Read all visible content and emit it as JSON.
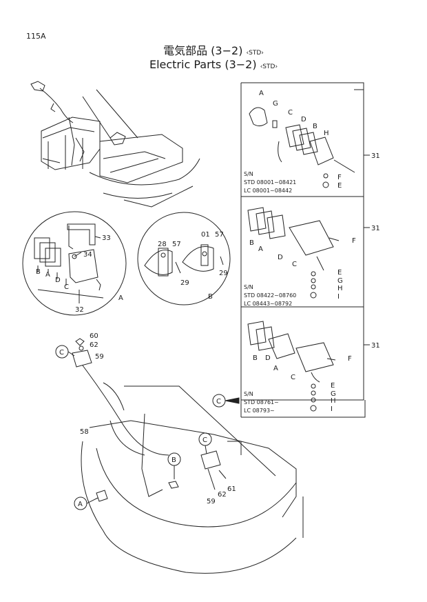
{
  "page_number": "115A",
  "title": {
    "jp": "電気部品 (3−2)",
    "en": "Electric Parts (3−2)",
    "qualifier": "STD"
  },
  "panels": [
    {
      "sn_label": "S/N",
      "lines": [
        "STD  08001~08421",
        "LC   08001~08442"
      ],
      "parts": [
        "A",
        "G",
        "C",
        "D",
        "B",
        "H",
        "F",
        "E"
      ],
      "ref": "31"
    },
    {
      "sn_label": "S/N",
      "lines": [
        "STD  08422~08760",
        "LC   08443~08792"
      ],
      "parts": [
        "B",
        "A",
        "D",
        "C",
        "F",
        "E",
        "G",
        "H",
        "I"
      ],
      "ref": "31"
    },
    {
      "sn_label": "S/N",
      "lines": [
        "STD  08761~",
        "LC   08793~"
      ],
      "parts": [
        "B",
        "D",
        "A",
        "C",
        "F",
        "E",
        "G",
        "H",
        "I"
      ],
      "ref": "31"
    }
  ],
  "callouts": {
    "circle_a": [
      "33",
      "34",
      "B",
      "A",
      "D",
      "C",
      "32",
      "A"
    ],
    "circle_b": [
      "28",
      "57",
      "01",
      "57",
      "29",
      "29",
      "B"
    ],
    "lower": [
      "60",
      "62",
      "59",
      "58",
      "61",
      "62",
      "59"
    ],
    "refs": [
      "C",
      "C",
      "B",
      "C",
      "A"
    ]
  }
}
